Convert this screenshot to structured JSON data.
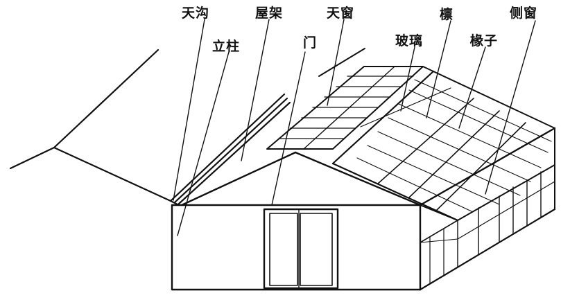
{
  "labels": {
    "tiangou": "天沟",
    "wujia": "屋架",
    "tianchuang": "天窗",
    "lin": "檩",
    "cechuang": "侧窗",
    "lizhu": "立柱",
    "men": "门",
    "boli": "玻璃",
    "chuanzi": "椽子"
  },
  "colors": {
    "ink": "#111111",
    "background": "#ffffff"
  }
}
